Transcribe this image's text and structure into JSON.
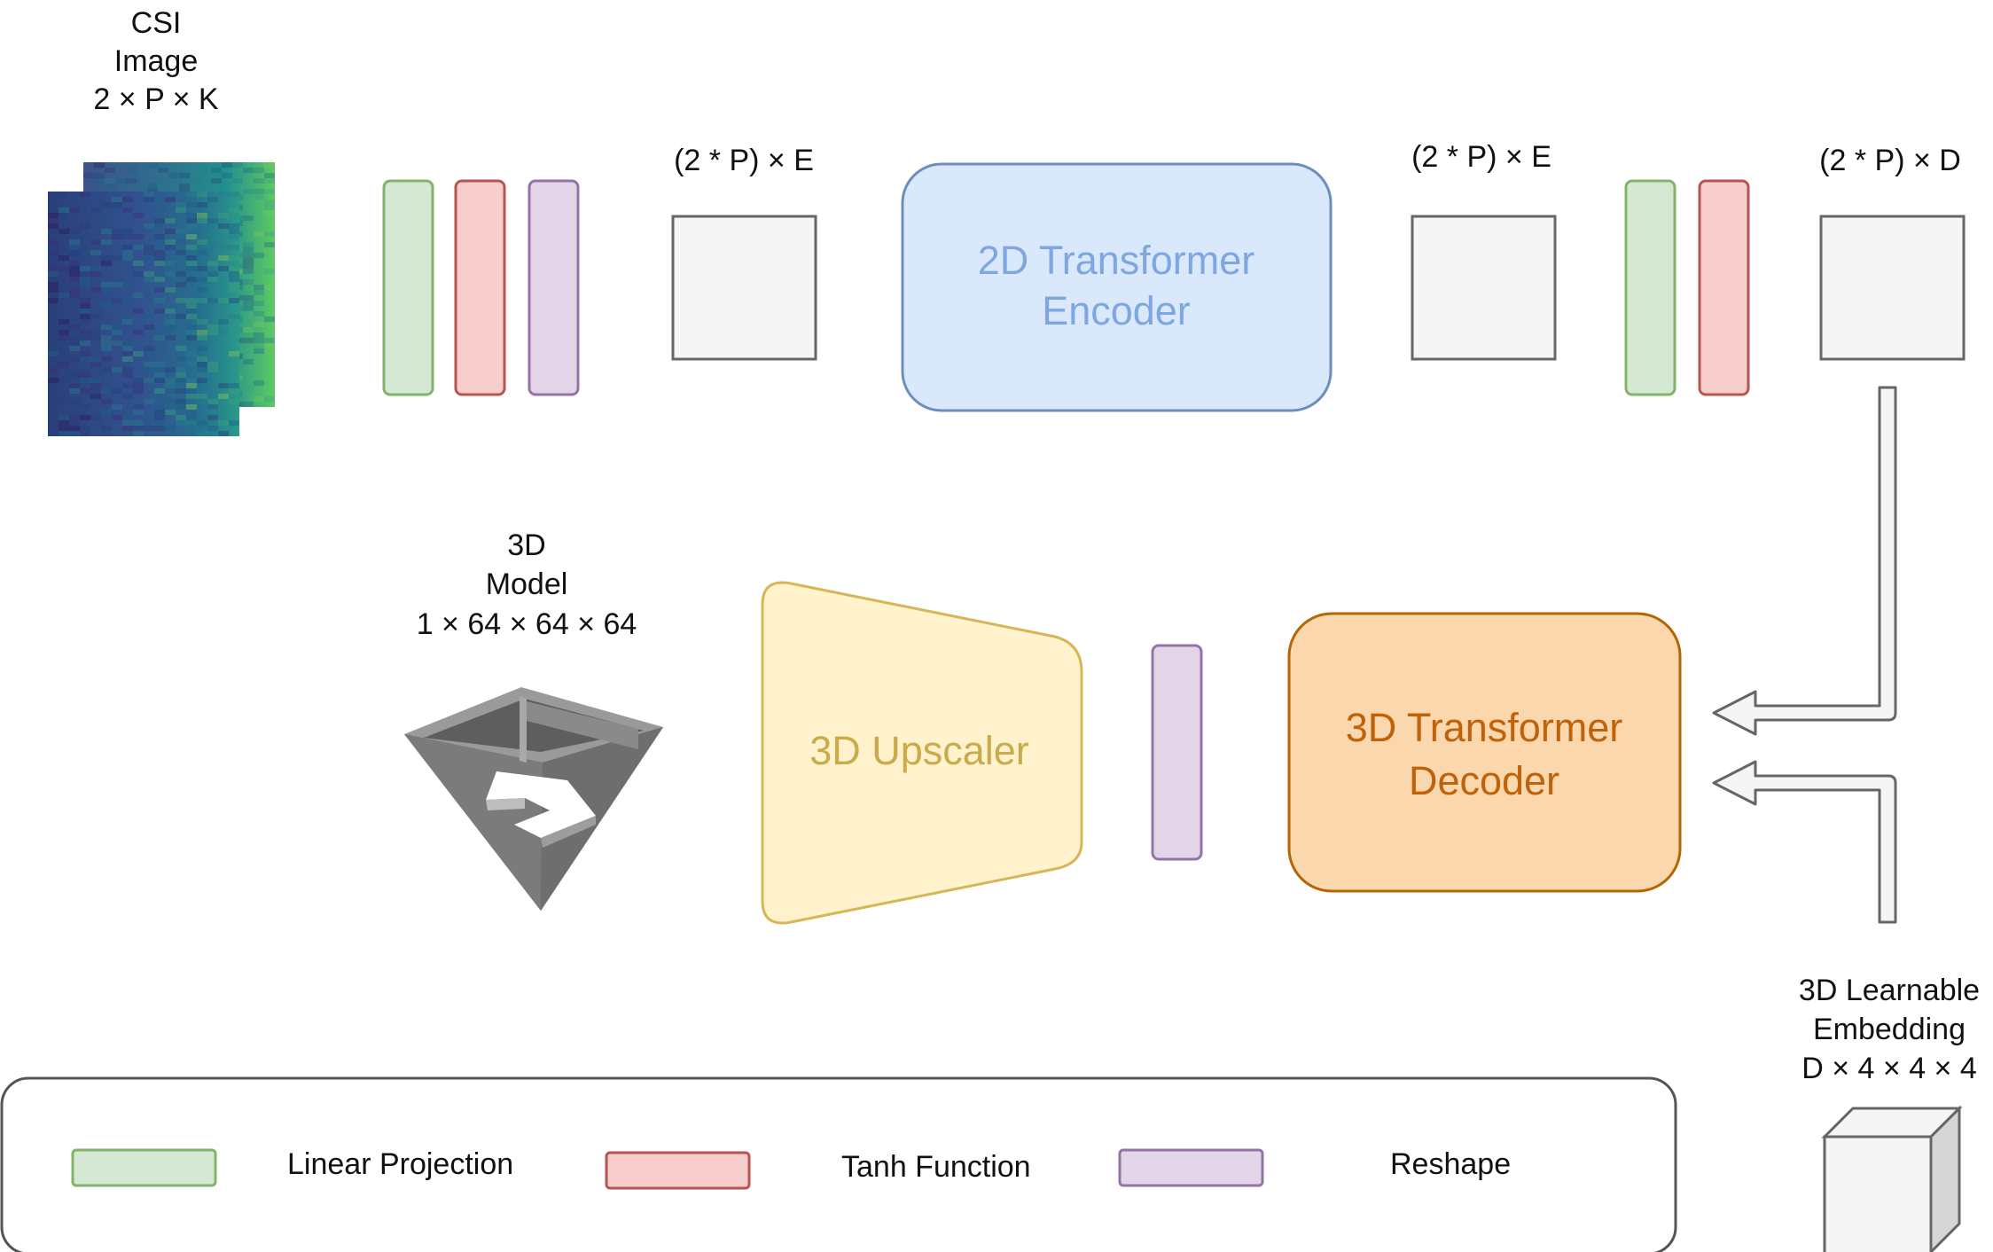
{
  "labels": {
    "csi": [
      "CSI",
      "Image",
      "2 × P × K"
    ],
    "dim1": "(2 * P) × E",
    "dim2": "(2 * P) × E",
    "dim3": "(2 * P) × D",
    "model3d": [
      "3D",
      "Model",
      "1 × 64 × 64 × 64"
    ],
    "embedding": [
      "3D Learnable",
      "Embedding",
      "D × 4 × 4 × 4"
    ]
  },
  "blocks": {
    "encoder": [
      "2D Transformer",
      "Encoder"
    ],
    "upscaler": "3D Upscaler",
    "decoder": [
      "3D Transformer",
      "Decoder"
    ]
  },
  "legend": [
    {
      "label": "Linear Projection",
      "fill": "#d5e8d4",
      "stroke": "#82b366"
    },
    {
      "label": "Tanh Function",
      "fill": "#f8cecc",
      "stroke": "#b85450"
    },
    {
      "label": "Reshape",
      "fill": "#e1d5e7",
      "stroke": "#9673a6"
    }
  ],
  "colors": {
    "linear_fill": "#d5e8d4",
    "linear_stroke": "#82b366",
    "tanh_fill": "#f8cecc",
    "tanh_stroke": "#b85450",
    "reshape_fill": "#e1d5e7",
    "reshape_stroke": "#9673a6",
    "encoder_fill": "#dae8fc",
    "encoder_stroke": "#6c8ebf",
    "encoder_text": "#7ea6e0",
    "upscaler_fill": "#fff2cc",
    "upscaler_stroke": "#d6b656",
    "upscaler_text": "#c8ab4a",
    "decoder_fill": "#fad7ac",
    "decoder_stroke": "#b46504",
    "decoder_text": "#c0620a",
    "tensor_fill": "#f5f5f5",
    "tensor_stroke": "#666666"
  }
}
